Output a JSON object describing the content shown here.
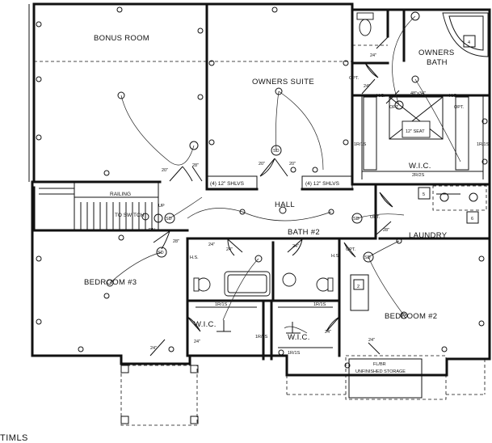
{
  "rooms": {
    "bonus_room": "BONUS ROOM",
    "owners_suite": "OWNERS SUITE",
    "owners_bath_line1": "OWNERS",
    "owners_bath_line2": "BATH",
    "hall": "HALL",
    "bath2": "BATH #2",
    "laundry": "LAUNDRY",
    "bedroom3": "BEDROOM #3",
    "bedroom2": "BEDROOM #2",
    "wic_owner": "W.I.C.",
    "wic_left": "W.I.C.",
    "wic_right": "W.I.C."
  },
  "labels": {
    "railing": "RAILING",
    "to_switch": "TO SWITCH",
    "shelves_left": "(4) 12\" SHLVS",
    "shelves_right": "(4) 12\" SHLVS",
    "unfinished_line1": "FL/BR",
    "unfinished_line2": "UNFINISHED STORAGE",
    "shower_size": "48\"x34\"",
    "seat": "12\" SEAT",
    "dn": "DN",
    "up": "UP",
    "hs_a": "H.S.",
    "hs_b": "H.S.",
    "hs_c": "H.S.",
    "hs_d": "H.S.",
    "opt_a": "OPT.",
    "opt_b": "OPT.",
    "opt_c": "OPT.",
    "opt_d": "OPT.",
    "opt_e": "OPT.",
    "shelf_1r1s_a": "1R/1S",
    "shelf_1r1s_b": "1R/1S",
    "shelf_1r1s_c": "1R/1S",
    "shelf_1r1s_d": "1R/1S",
    "shelf_1r1s_e": "1R/1S",
    "shelf_1r1s_f": "1R/1S",
    "shelf_2r2s": "2R/2S",
    "d24_a": "24\"",
    "d24_b": "24\"",
    "d24_c": "24\"",
    "d24_d": "24\"",
    "d24_e": "24\"",
    "d24_f": "24\"",
    "d24_g": "24\"",
    "d24_h": "24\"",
    "d24_i": "24\"",
    "d20_a": "20\"",
    "d20_b": "20\"",
    "d20_c": "20\"",
    "d28_a": "28\"",
    "d28_b": "28\"",
    "d28_c": "28\"",
    "num_2": "2",
    "num_4": "4",
    "num_5": "5",
    "num_6": "6",
    "sd_a": "SD",
    "sd_b": "SD",
    "sd_c": "SD",
    "sd_d": "SD",
    "sd_e": "SD"
  },
  "watermark": "TIMLS"
}
